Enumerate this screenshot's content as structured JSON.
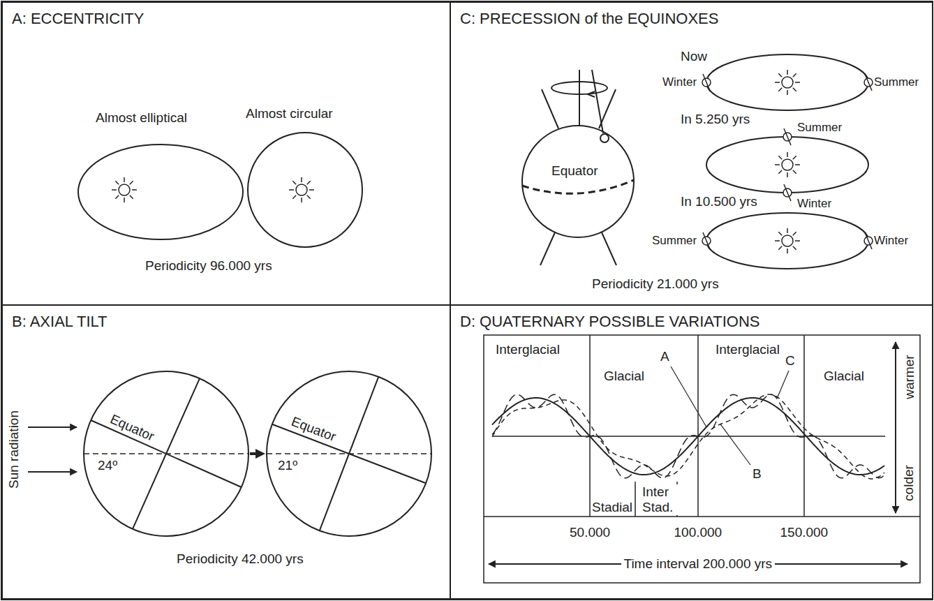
{
  "diagram": {
    "nodes": [
      {
        "text": [
          "A: ECCENTRICITY"
        ]
      },
      {
        "text": [
          "C: PRECESSION of the EQUINOXES"
        ]
      },
      {
        "text": [
          "B: AXIAL TILT"
        ]
      },
      {
        "text": [
          "D: QUATERNARY POSSIBLE VARIATIONS"
        ]
      }
    ],
    "labels": [
      "Almost elliptical",
      "Almost circular",
      "Periodicity 96.000 yrs",
      "Now",
      "Winter",
      "Summer",
      "In 5.250 yrs",
      "Summer",
      "Winter",
      "In 10.500 yrs",
      "Summer",
      "Winter",
      "Equator",
      "Periodicity 21.000 yrs",
      "Sun radiation",
      "Equator",
      "24º",
      "Equator",
      "21º",
      "Periodicity 42.000 yrs",
      "Interglacial",
      "Glacial",
      "Interglacial",
      "Glacial",
      "A",
      "C",
      "B",
      "warmer",
      "colder",
      "Stadial",
      "Inter Stad.",
      "50.000",
      "100.000",
      "150.000",
      "Time interval 200.000 yrs"
    ]
  }
}
